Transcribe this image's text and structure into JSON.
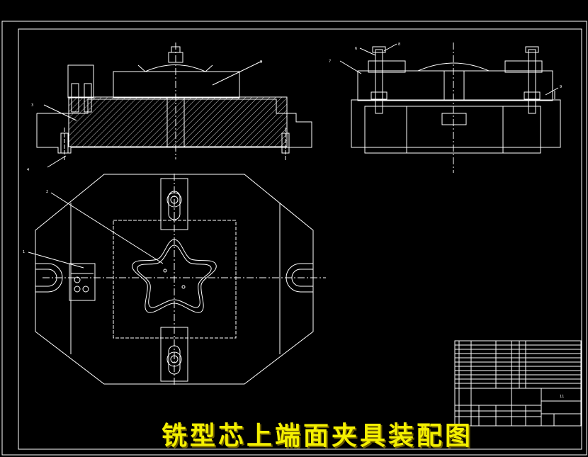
{
  "caption": "铣型芯上端面夹具装配图",
  "balloons": {
    "front_view": [
      "5",
      "3",
      "4"
    ],
    "side_view": [
      "7",
      "8",
      "6",
      "9"
    ],
    "top_view": [
      "2",
      "1"
    ]
  },
  "title_block": {
    "parts_rows": 12,
    "tag": "11"
  },
  "colors": {
    "background": "#000000",
    "line": "#ffffff",
    "caption": "#f4f000"
  }
}
